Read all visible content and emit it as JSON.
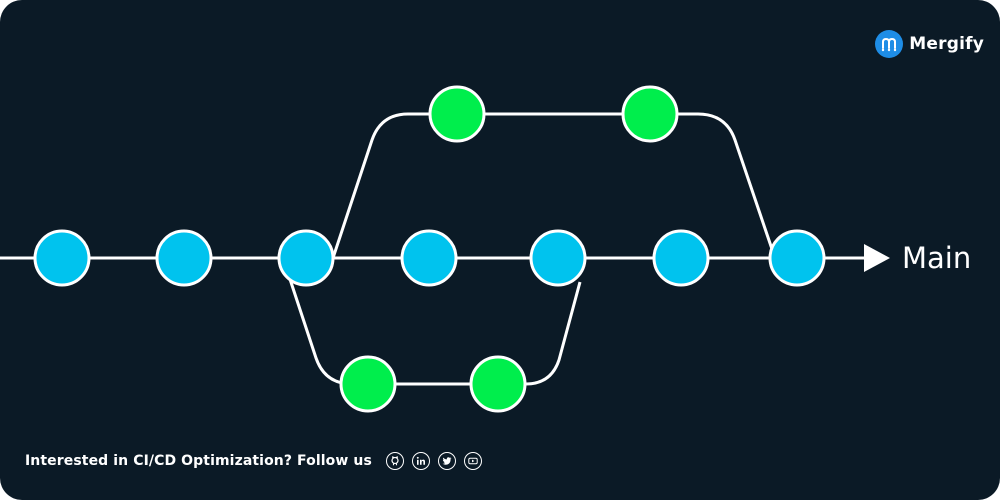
{
  "brand": {
    "name": "Mergify"
  },
  "diagram": {
    "branch_label": "Main",
    "colors": {
      "background": "#0b1a26",
      "line": "#ffffff",
      "main_commit": "#00c3ee",
      "branch_commit": "#00ee4c",
      "commit_stroke": "#ffffff"
    },
    "commits": {
      "main_count": 7,
      "upper_branch_count": 2,
      "lower_branch_count": 2
    }
  },
  "footer": {
    "text": "Interested in CI/CD Optimization? Follow us",
    "social_icons": [
      "github-icon",
      "linkedin-icon",
      "twitter-icon",
      "youtube-icon"
    ]
  }
}
